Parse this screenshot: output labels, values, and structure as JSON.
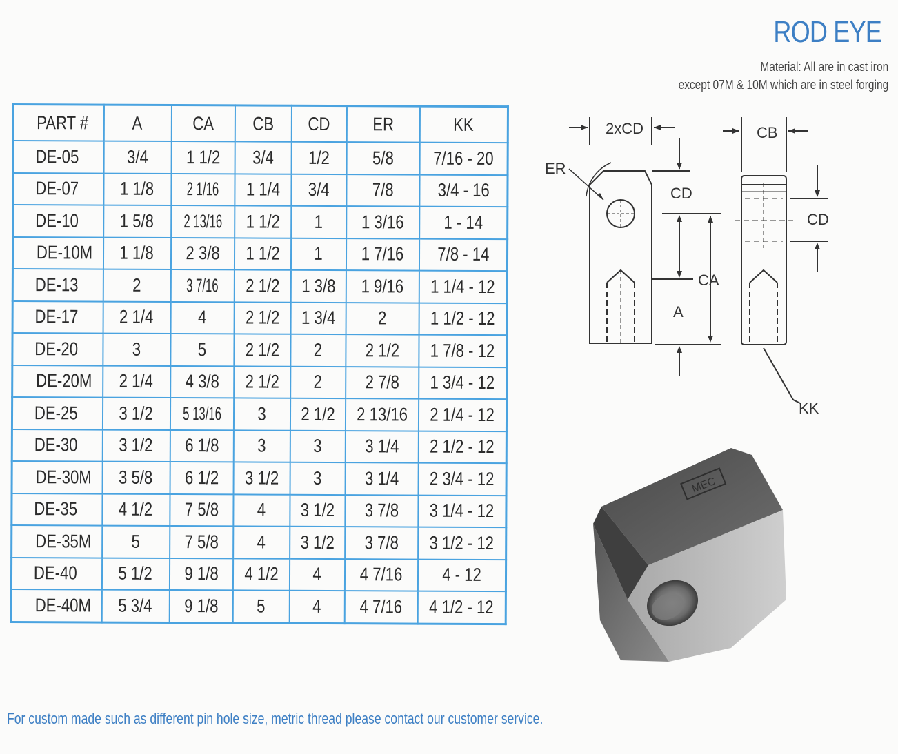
{
  "header": {
    "title": "ROD EYE",
    "material_line1": "Material: All are in cast iron",
    "material_line2": "except 07M & 10M which are in steel forging"
  },
  "table": {
    "columns": [
      "PART #",
      "A",
      "CA",
      "CB",
      "CD",
      "ER",
      "KK"
    ],
    "rows": [
      [
        "DE-05",
        "3/4",
        "1 1/2",
        "3/4",
        "1/2",
        "5/8",
        "7/16 - 20"
      ],
      [
        "DE-07",
        "1 1/8",
        "2 1/16",
        "1 1/4",
        "3/4",
        "7/8",
        "3/4 - 16"
      ],
      [
        "DE-10",
        "1 5/8",
        "2 13/16",
        "1 1/2",
        "1",
        "1 3/16",
        "1 - 14"
      ],
      [
        "DE-10M",
        "1 1/8",
        "2 3/8",
        "1 1/2",
        "1",
        "1 7/16",
        "7/8 - 14"
      ],
      [
        "DE-13",
        "2",
        "3 7/16",
        "2 1/2",
        "1 3/8",
        "1 9/16",
        "1 1/4 - 12"
      ],
      [
        "DE-17",
        "2 1/4",
        "4",
        "2 1/2",
        "1 3/4",
        "2",
        "1 1/2 - 12"
      ],
      [
        "DE-20",
        "3",
        "5",
        "2 1/2",
        "2",
        "2 1/2",
        "1 7/8 - 12"
      ],
      [
        "DE-20M",
        "2 1/4",
        "4 3/8",
        "2 1/2",
        "2",
        "2 7/8",
        "1 3/4 - 12"
      ],
      [
        "DE-25",
        "3 1/2",
        "5 13/16",
        "3",
        "2 1/2",
        "2 13/16",
        "2 1/4 - 12"
      ],
      [
        "DE-30",
        "3 1/2",
        "6 1/8",
        "3",
        "3",
        "3 1/4",
        "2 1/2 - 12"
      ],
      [
        "DE-30M",
        "3 5/8",
        "6 1/2",
        "3 1/2",
        "3",
        "3 1/4",
        "2 3/4 - 12"
      ],
      [
        "DE-35",
        "4 1/2",
        "7 5/8",
        "4",
        "3 1/2",
        "3 7/8",
        "3 1/4 - 12"
      ],
      [
        "DE-35M",
        "5",
        "7 5/8",
        "4",
        "3 1/2",
        "3 7/8",
        "3 1/2 - 12"
      ],
      [
        "DE-40",
        "5 1/2",
        "9 1/8",
        "4 1/2",
        "4",
        "4 7/16",
        "4 - 12"
      ],
      [
        "DE-40M",
        "5 3/4",
        "9 1/8",
        "5",
        "4",
        "4 7/16",
        "4 1/2 - 12"
      ]
    ]
  },
  "diagram": {
    "label_2xcd": "2xCD",
    "label_cb": "CB",
    "label_er": "ER",
    "label_cd_left": "CD",
    "label_cd_right": "CD",
    "label_ca": "CA",
    "label_a": "A",
    "label_kk": "KK"
  },
  "photo": {
    "stamp": "MEC"
  },
  "footer": {
    "note": "For custom made such as different pin hole size, metric thread please contact our customer service."
  }
}
